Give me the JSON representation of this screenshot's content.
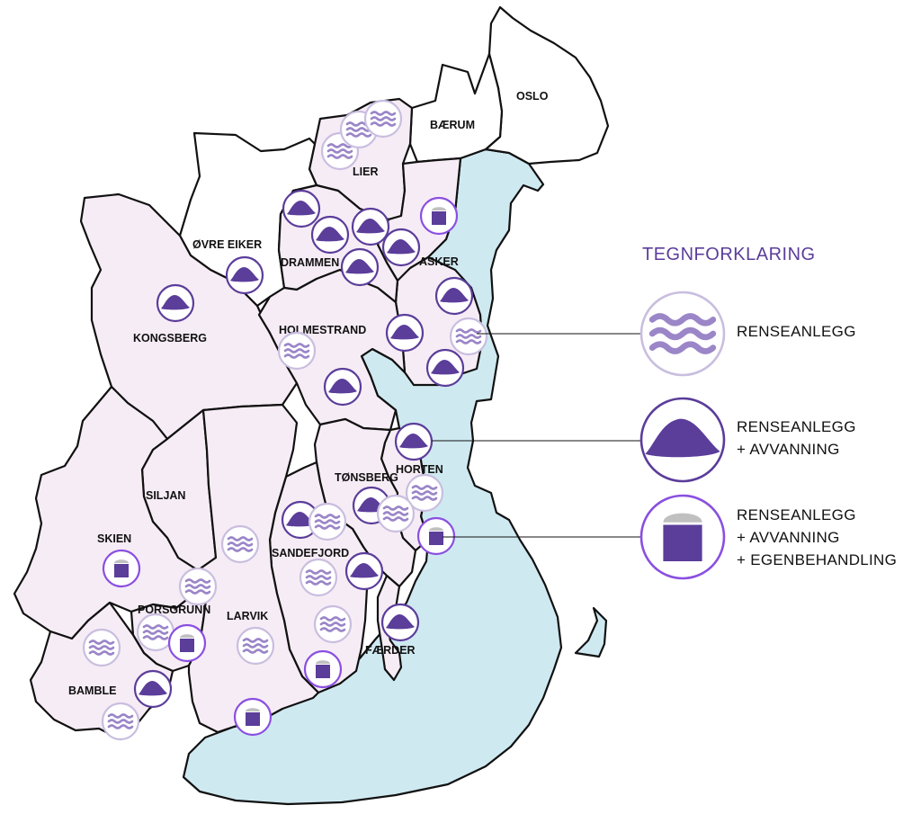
{
  "colors": {
    "sea": "#cfe9f1",
    "land": "#f6ecf5",
    "border": "#111111",
    "accent_dark": "#5b3d9a",
    "accent_light": "#c9bedf",
    "wave": "#9b86c8"
  },
  "legend": {
    "title": "TEGNFORKLARING",
    "items": [
      {
        "icon": "waves-icon",
        "lines": [
          "RENSEANLEGG"
        ]
      },
      {
        "icon": "sludge-pile-icon",
        "lines": [
          "RENSEANLEGG",
          "+ AVVANNING"
        ]
      },
      {
        "icon": "container-icon",
        "lines": [
          "RENSEANLEGG",
          "+ AVVANNING",
          "+ EGENBEHANDLING"
        ]
      }
    ]
  },
  "municipalities": [
    "OSLO",
    "BÆRUM",
    "LIER",
    "ASKER",
    "ØVRE EIKER",
    "DRAMMEN",
    "KONGSBERG",
    "HOLMESTRAND",
    "HORTEN",
    "TØNSBERG",
    "SILJAN",
    "SKIEN",
    "SANDEFJORD",
    "PORSGRUNN",
    "LARVIK",
    "FÆRDER",
    "BAMBLE"
  ],
  "facilities": [
    {
      "type": "waves-icon",
      "near": "LIER"
    },
    {
      "type": "waves-icon",
      "near": "LIER"
    },
    {
      "type": "waves-icon",
      "near": "LIER"
    },
    {
      "type": "container-icon",
      "near": "ASKER"
    },
    {
      "type": "sludge-pile-icon",
      "near": "DRAMMEN"
    },
    {
      "type": "sludge-pile-icon",
      "near": "DRAMMEN"
    },
    {
      "type": "sludge-pile-icon",
      "near": "DRAMMEN"
    },
    {
      "type": "sludge-pile-icon",
      "near": "ASKER"
    },
    {
      "type": "sludge-pile-icon",
      "near": "DRAMMEN"
    },
    {
      "type": "sludge-pile-icon",
      "near": "ØVRE EIKER"
    },
    {
      "type": "sludge-pile-icon",
      "near": "KONGSBERG"
    },
    {
      "type": "sludge-pile-icon",
      "near": "ASKER"
    },
    {
      "type": "sludge-pile-icon",
      "near": "HOLMESTRAND"
    },
    {
      "type": "waves-icon",
      "near": "ASKER"
    },
    {
      "type": "waves-icon",
      "near": "HOLMESTRAND"
    },
    {
      "type": "sludge-pile-icon",
      "near": "ASKER"
    },
    {
      "type": "sludge-pile-icon",
      "near": "HOLMESTRAND"
    },
    {
      "type": "sludge-pile-icon",
      "near": "HORTEN"
    },
    {
      "type": "waves-icon",
      "near": "HORTEN"
    },
    {
      "type": "sludge-pile-icon",
      "near": "TØNSBERG"
    },
    {
      "type": "waves-icon",
      "near": "TØNSBERG"
    },
    {
      "type": "container-icon",
      "near": "HORTEN"
    },
    {
      "type": "sludge-pile-icon",
      "near": "SANDEFJORD"
    },
    {
      "type": "waves-icon",
      "near": "SANDEFJORD"
    },
    {
      "type": "waves-icon",
      "near": "LARVIK"
    },
    {
      "type": "waves-icon",
      "near": "SANDEFJORD"
    },
    {
      "type": "sludge-pile-icon",
      "near": "TØNSBERG"
    },
    {
      "type": "container-icon",
      "near": "SKIEN"
    },
    {
      "type": "waves-icon",
      "near": "PORSGRUNN"
    },
    {
      "type": "waves-icon",
      "near": "PORSGRUNN"
    },
    {
      "type": "container-icon",
      "near": "PORSGRUNN"
    },
    {
      "type": "waves-icon",
      "near": "SANDEFJORD"
    },
    {
      "type": "sludge-pile-icon",
      "near": "FÆRDER"
    },
    {
      "type": "waves-icon",
      "near": "LARVIK"
    },
    {
      "type": "waves-icon",
      "near": "BAMBLE"
    },
    {
      "type": "container-icon",
      "near": "SANDEFJORD"
    },
    {
      "type": "sludge-pile-icon",
      "near": "BAMBLE"
    },
    {
      "type": "container-icon",
      "near": "LARVIK"
    },
    {
      "type": "waves-icon",
      "near": "BAMBLE"
    }
  ]
}
